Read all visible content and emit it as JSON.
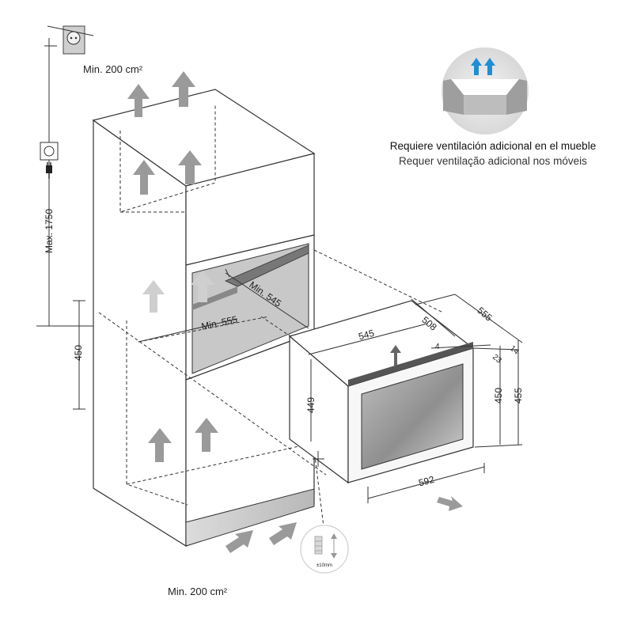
{
  "labels": {
    "min_top": "Min. 200 cm²",
    "min_bottom": "Min. 200 cm²",
    "max_height": "Max. 1750",
    "h_450_left": "450",
    "min_545": "Min. 545",
    "min_555": "Min. 555",
    "d_545": "545",
    "d_508": "508",
    "d_555": "555",
    "d_4": "4",
    "d_23": "23",
    "d_14": "14",
    "d_449": "449",
    "d_450": "450",
    "d_455": "455",
    "d_592": "592",
    "adjust_note": "±10mm"
  },
  "ventilation": {
    "title_es": "Requiere ventilación adicional en el mueble",
    "title_pt": "Requer ventilação adicional nos móveis"
  },
  "icons": {
    "socket": "power-socket-icon",
    "plug": "power-plug-icon",
    "vent": "ventilation-arrows-icon",
    "foot": "adjustable-foot-icon"
  },
  "colors": {
    "arrow": "#9a9a9a",
    "niche": "#c8c8c8",
    "door_glass": "#a9a9a9",
    "vent_arrow": "#1e8fd6"
  }
}
